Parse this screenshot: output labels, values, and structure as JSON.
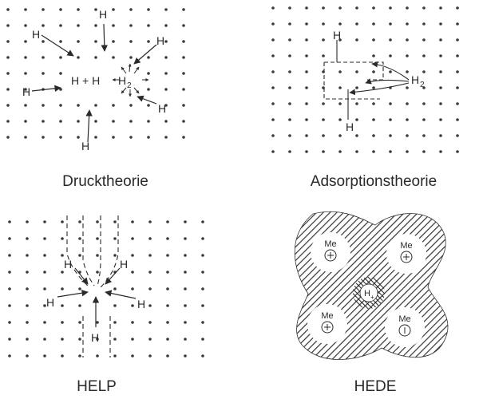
{
  "panels": [
    {
      "id": "druck",
      "caption": "Drucktheorie",
      "labels": {
        "h_top": "H",
        "h_upper_left": "H",
        "h_upper_right": "H",
        "h_left": "H",
        "h_right": "H",
        "h_bottom": "H",
        "reaction": "H + H",
        "h2": "H",
        "h2_sub": "2"
      }
    },
    {
      "id": "adsorption",
      "caption": "Adsorptionstheorie",
      "labels": {
        "h_top": "H",
        "h_bottom": "H",
        "h2": "H",
        "h2_sub": "2"
      }
    },
    {
      "id": "help",
      "caption": "HELP",
      "labels": {
        "h_ul": "H",
        "h_ur": "H",
        "h_l": "H",
        "h_r": "H",
        "h_b": "H"
      }
    },
    {
      "id": "hede",
      "caption": "HEDE",
      "labels": {
        "me": [
          "Me",
          "Me",
          "Me",
          "Me"
        ],
        "ion_h": "H",
        "ion_charge": "+"
      }
    }
  ]
}
